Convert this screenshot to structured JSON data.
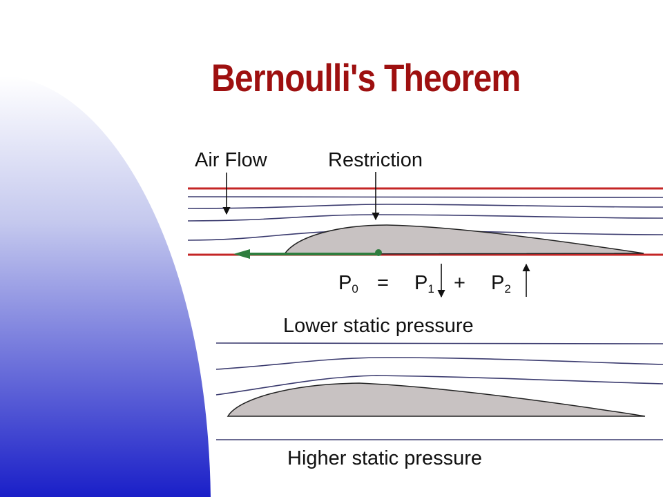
{
  "title": "Bernoulli's Theorem",
  "labels": {
    "air_flow": "Air Flow",
    "restriction": "Restriction",
    "lower": "Lower static pressure",
    "higher": "Higher static pressure"
  },
  "equation": {
    "p0": "P",
    "p0_sub": "0",
    "equals": "=",
    "p1": "P",
    "p1_sub": "1",
    "plus": "+",
    "p2": "P",
    "p2_sub": "2"
  },
  "colors": {
    "title": "#9e1010",
    "wall": "#c42525",
    "streamline": "#3a3a6e",
    "airfoil_fill": "#c8c2c2",
    "vector": "#2e7d3e",
    "gradient_top": "#ffffff",
    "gradient_bottom": "#1a1fc8"
  }
}
